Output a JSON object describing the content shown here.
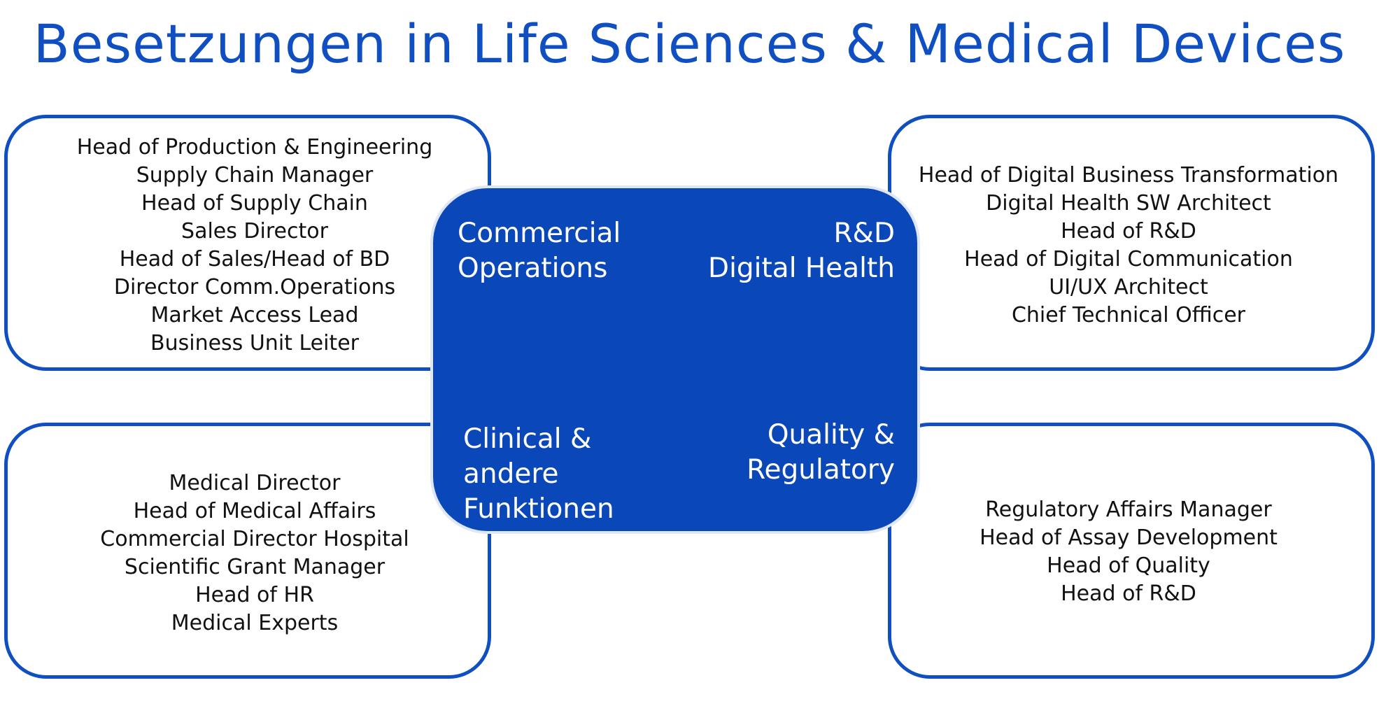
{
  "title": "Besetzungen in Life Sciences & Medical Devices",
  "center": {
    "top_left": [
      "Commercial",
      "Operations"
    ],
    "top_right": [
      "R&D",
      "Digital Health"
    ],
    "bottom_left": [
      "Clinical &",
      "andere",
      "Funktionen"
    ],
    "bottom_right": [
      "Quality &",
      "Regulatory"
    ]
  },
  "boxes": {
    "top_left": [
      "Head of Production & Engineering",
      "Supply Chain Manager",
      "Head of Supply Chain",
      "Sales Director",
      "Head of Sales/Head of BD",
      "Director Comm.Operations",
      "Market Access Lead",
      "Business Unit Leiter"
    ],
    "top_right": [
      "Head of Digital Business Transformation",
      "Digital Health SW Architect",
      "Head of R&D",
      "Head of Digital Communication",
      "UI/UX Architect",
      "Chief Technical Officer"
    ],
    "bottom_left": [
      "Medical Director",
      "Head of Medical Affairs",
      "Commercial Director Hospital",
      "Scientific Grant Manager",
      "Head of HR",
      "Medical Experts"
    ],
    "bottom_right": [
      "Regulatory Affairs Manager",
      "Head of Assay Development",
      "Head of Quality",
      "Head of R&D"
    ]
  },
  "colors": {
    "brand_blue": "#0a47b8",
    "title_blue": "#0f4fc2",
    "text": "#111111"
  }
}
